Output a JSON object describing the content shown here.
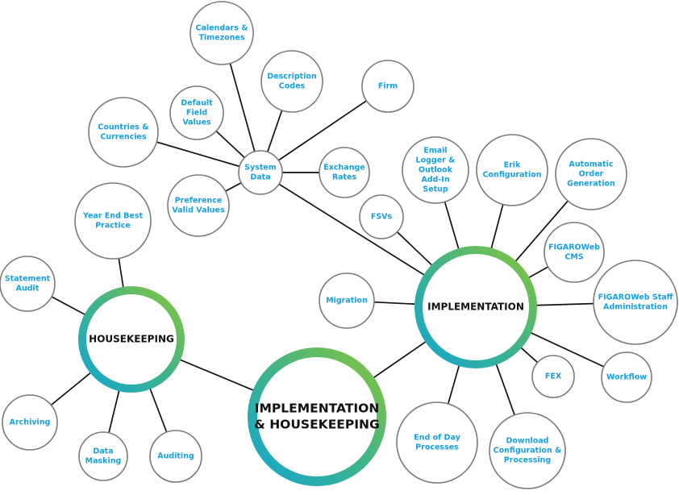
{
  "title": "IMPLEMENTATION & HOUSEKEEPING",
  "colors": {
    "leaf_text": "#1aa0e0",
    "hub_text": "#111111",
    "ring_green": "#7dc142",
    "ring_teal": "#1aa8c8",
    "leaf_border": "#7a7a7a",
    "edge": "#111111"
  },
  "nodes": [
    {
      "id": "root",
      "label": [
        "IMPLEMENTATION",
        "& HOUSEKEEPING"
      ],
      "kind": "root"
    },
    {
      "id": "implementation",
      "label": [
        "IMPLEMENTATION"
      ],
      "kind": "hub"
    },
    {
      "id": "housekeeping",
      "label": [
        "HOUSEKEEPING"
      ],
      "kind": "hub"
    },
    {
      "id": "system-data",
      "label": [
        "System",
        "Data"
      ],
      "kind": "leaf"
    },
    {
      "id": "calendars-timezones",
      "label": [
        "Calendars &",
        "Timezones"
      ],
      "kind": "leaf"
    },
    {
      "id": "description-codes",
      "label": [
        "Description",
        "Codes"
      ],
      "kind": "leaf"
    },
    {
      "id": "firm",
      "label": [
        "Firm"
      ],
      "kind": "leaf"
    },
    {
      "id": "default-field-values",
      "label": [
        "Default",
        "Field",
        "Values"
      ],
      "kind": "leaf"
    },
    {
      "id": "countries-currencies",
      "label": [
        "Countries &",
        "Currencies"
      ],
      "kind": "leaf"
    },
    {
      "id": "exchange-rates",
      "label": [
        "Exchange",
        "Rates"
      ],
      "kind": "leaf"
    },
    {
      "id": "preference-valid-values",
      "label": [
        "Preference",
        "Valid Values"
      ],
      "kind": "leaf"
    },
    {
      "id": "email-logger",
      "label": [
        "Email",
        "Logger &",
        "Outlook",
        "Add-In",
        "Setup"
      ],
      "kind": "leaf"
    },
    {
      "id": "erik-configuration",
      "label": [
        "Erik",
        "Configuration"
      ],
      "kind": "leaf"
    },
    {
      "id": "automatic-order-generation",
      "label": [
        "Automatic",
        "Order",
        "Generation"
      ],
      "kind": "leaf"
    },
    {
      "id": "fsvs",
      "label": [
        "FSVs"
      ],
      "kind": "leaf"
    },
    {
      "id": "figaroweb-cms",
      "label": [
        "FIGAROWeb",
        "CMS"
      ],
      "kind": "leaf"
    },
    {
      "id": "figaroweb-staff-admin",
      "label": [
        "FIGAROWeb Staff",
        "Administration"
      ],
      "kind": "leaf"
    },
    {
      "id": "migration",
      "label": [
        "Migration"
      ],
      "kind": "leaf"
    },
    {
      "id": "fex",
      "label": [
        "FEX"
      ],
      "kind": "leaf"
    },
    {
      "id": "workflow",
      "label": [
        "Workflow"
      ],
      "kind": "leaf"
    },
    {
      "id": "end-of-day-processes",
      "label": [
        "End of Day",
        "Processes"
      ],
      "kind": "leaf"
    },
    {
      "id": "download-config-processing",
      "label": [
        "Download",
        "Configuration &",
        "Processing"
      ],
      "kind": "leaf"
    },
    {
      "id": "year-end-best-practice",
      "label": [
        "Year End Best",
        "Practice"
      ],
      "kind": "leaf"
    },
    {
      "id": "statement-audit",
      "label": [
        "Statement",
        "Audit"
      ],
      "kind": "leaf"
    },
    {
      "id": "archiving",
      "label": [
        "Archiving"
      ],
      "kind": "leaf"
    },
    {
      "id": "data-masking",
      "label": [
        "Data",
        "Masking"
      ],
      "kind": "leaf"
    },
    {
      "id": "auditing",
      "label": [
        "Auditing"
      ],
      "kind": "leaf"
    }
  ],
  "edges": [
    [
      "root",
      "implementation"
    ],
    [
      "root",
      "housekeeping"
    ],
    [
      "implementation",
      "system-data"
    ],
    [
      "system-data",
      "calendars-timezones"
    ],
    [
      "system-data",
      "description-codes"
    ],
    [
      "system-data",
      "firm"
    ],
    [
      "system-data",
      "default-field-values"
    ],
    [
      "system-data",
      "countries-currencies"
    ],
    [
      "system-data",
      "exchange-rates"
    ],
    [
      "system-data",
      "preference-valid-values"
    ],
    [
      "implementation",
      "fsvs"
    ],
    [
      "implementation",
      "email-logger"
    ],
    [
      "implementation",
      "erik-configuration"
    ],
    [
      "implementation",
      "automatic-order-generation"
    ],
    [
      "implementation",
      "figaroweb-cms"
    ],
    [
      "implementation",
      "figaroweb-staff-admin"
    ],
    [
      "implementation",
      "migration"
    ],
    [
      "implementation",
      "fex"
    ],
    [
      "implementation",
      "workflow"
    ],
    [
      "implementation",
      "end-of-day-processes"
    ],
    [
      "implementation",
      "download-config-processing"
    ],
    [
      "housekeeping",
      "year-end-best-practice"
    ],
    [
      "housekeeping",
      "statement-audit"
    ],
    [
      "housekeeping",
      "archiving"
    ],
    [
      "housekeeping",
      "data-masking"
    ],
    [
      "housekeeping",
      "auditing"
    ]
  ]
}
